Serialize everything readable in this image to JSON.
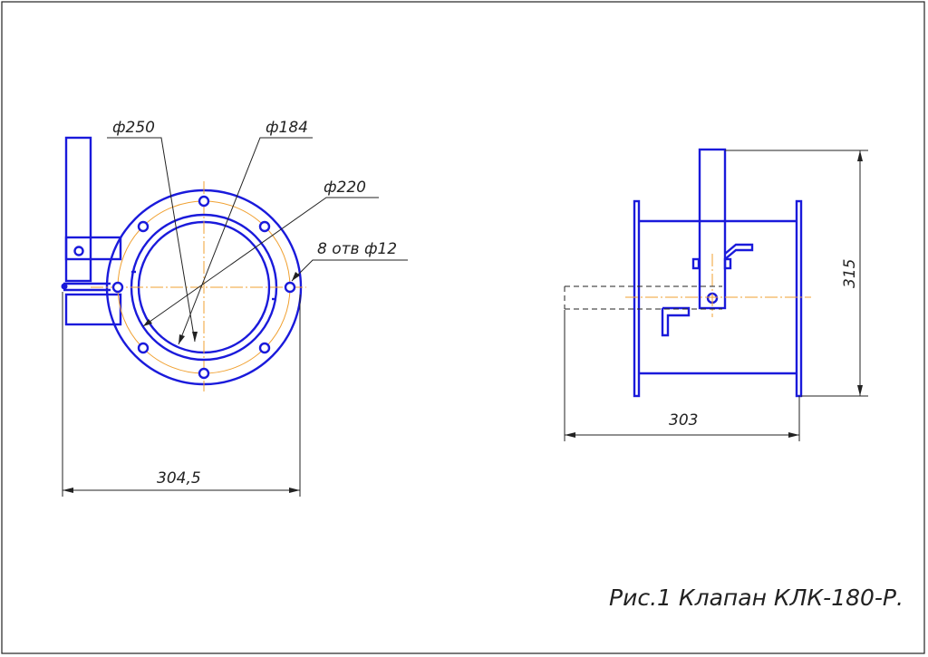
{
  "drawing": {
    "front_view": {
      "dim_outer_diameter": "ф250",
      "dim_bore_diameter": "ф184",
      "dim_bolt_circle": "ф220",
      "dim_holes": "8 отв ф12",
      "dim_overall_width": "304,5"
    },
    "side_view": {
      "dim_length": "303",
      "dim_height": "315"
    },
    "caption": "Рис.1 Клапан КЛК-180-Р."
  },
  "colors": {
    "part": "#1a1adb",
    "axis": "#f0a030",
    "dimension": "#222222"
  }
}
